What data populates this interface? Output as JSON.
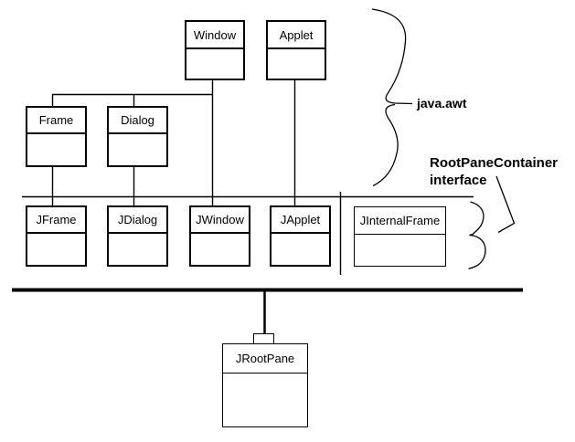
{
  "diagram": {
    "title_hint": "Swing top-level container class hierarchy",
    "classes": {
      "window": {
        "label": "Window"
      },
      "applet": {
        "label": "Applet"
      },
      "frame": {
        "label": "Frame"
      },
      "dialog": {
        "label": "Dialog"
      },
      "jframe": {
        "label": "JFrame"
      },
      "jdialog": {
        "label": "JDialog"
      },
      "jwindow": {
        "label": "JWindow"
      },
      "japplet": {
        "label": "JApplet"
      },
      "jinternalframe": {
        "label": "JInternalFrame"
      },
      "jrootpane": {
        "label": "JRootPane"
      }
    },
    "annotations": {
      "package_label": "java.awt",
      "interface_label_line1": "RootPaneContainer",
      "interface_label_line2": "interface"
    },
    "relationships": [
      {
        "from": "Window",
        "to": "Frame"
      },
      {
        "from": "Window",
        "to": "Dialog"
      },
      {
        "from": "Window",
        "to": "JWindow"
      },
      {
        "from": "Applet",
        "to": "JApplet"
      },
      {
        "from": "Frame",
        "to": "JFrame"
      },
      {
        "from": "Dialog",
        "to": "JDialog"
      },
      {
        "from": "JFrame JDialog JWindow JApplet JInternalFrame",
        "to": "JRootPane"
      }
    ],
    "colors": {
      "line": "#000000",
      "background": "#ffffff"
    }
  }
}
